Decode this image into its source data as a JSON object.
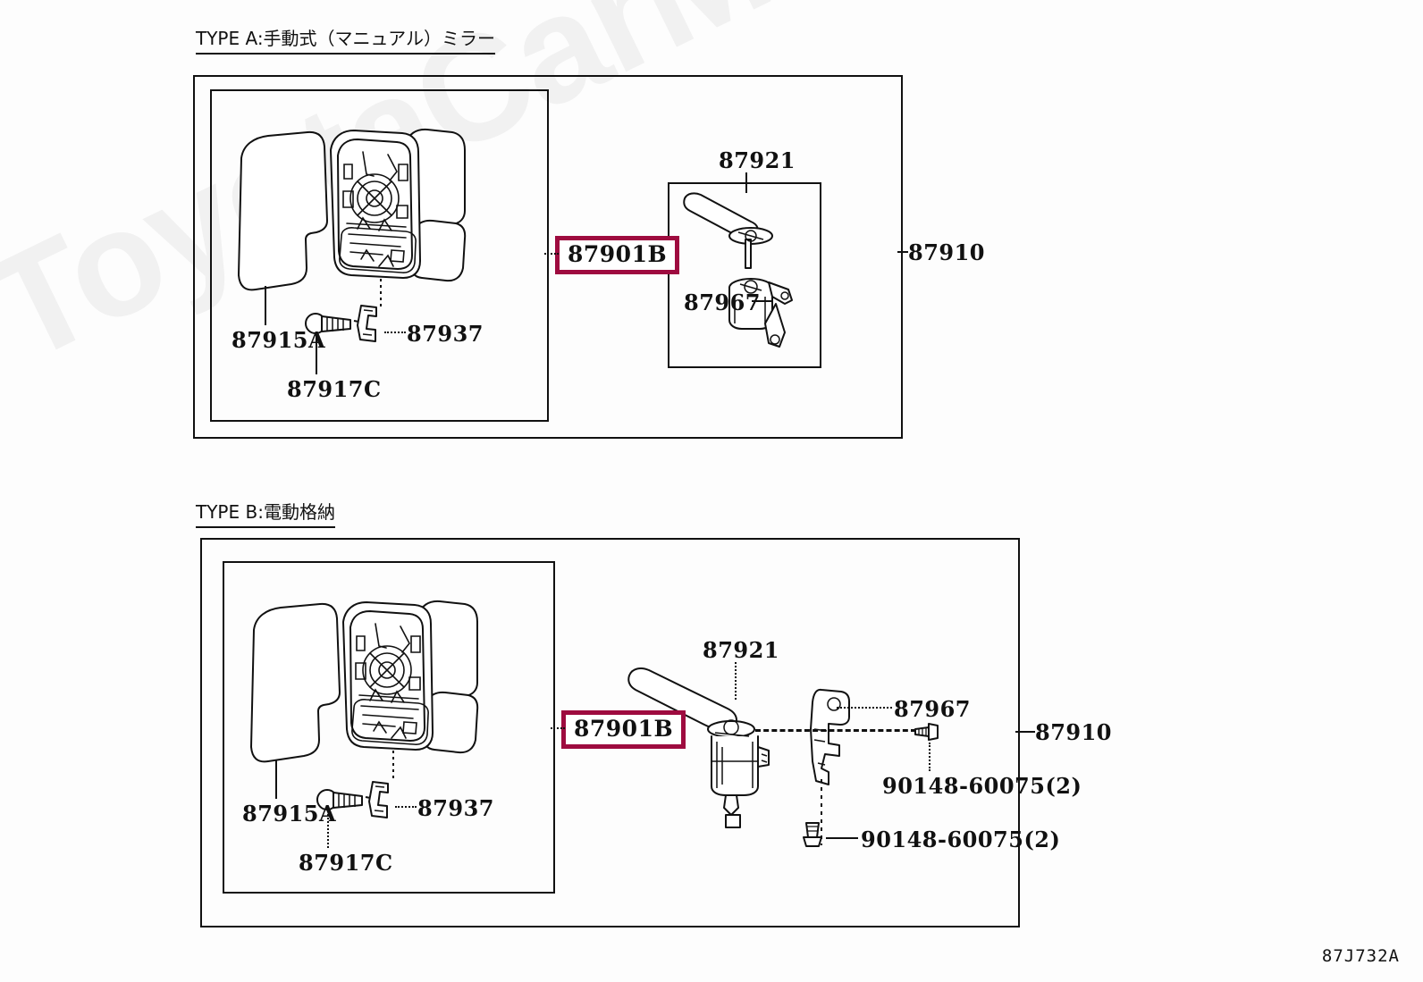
{
  "diagram": {
    "code": "87J732A",
    "watermark": "ToyotaCarMine.ru",
    "accent_color": "#9e0b3f",
    "line_color": "#111111",
    "background": "#fdfdfd"
  },
  "sections": [
    {
      "id": "type-a",
      "title": "TYPE A:手動式（マニュアル）ミラー",
      "assembly_label": "87910",
      "highlighted_part": "87901B",
      "labels": [
        {
          "id": "a-87915a",
          "text": "87915A"
        },
        {
          "id": "a-87917c",
          "text": "87917C"
        },
        {
          "id": "a-87937",
          "text": "87937"
        },
        {
          "id": "a-87921",
          "text": "87921"
        },
        {
          "id": "a-87967",
          "text": "87967"
        }
      ]
    },
    {
      "id": "type-b",
      "title": "TYPE B:電動格納",
      "assembly_label": "87910",
      "highlighted_part": "87901B",
      "labels": [
        {
          "id": "b-87915a",
          "text": "87915A"
        },
        {
          "id": "b-87917c",
          "text": "87917C"
        },
        {
          "id": "b-87937",
          "text": "87937"
        },
        {
          "id": "b-87921",
          "text": "87921"
        },
        {
          "id": "b-87967",
          "text": "87967"
        },
        {
          "id": "b-bolt1",
          "text": "90148-60075(2)"
        },
        {
          "id": "b-bolt2",
          "text": "90148-60075(2)"
        }
      ]
    }
  ]
}
